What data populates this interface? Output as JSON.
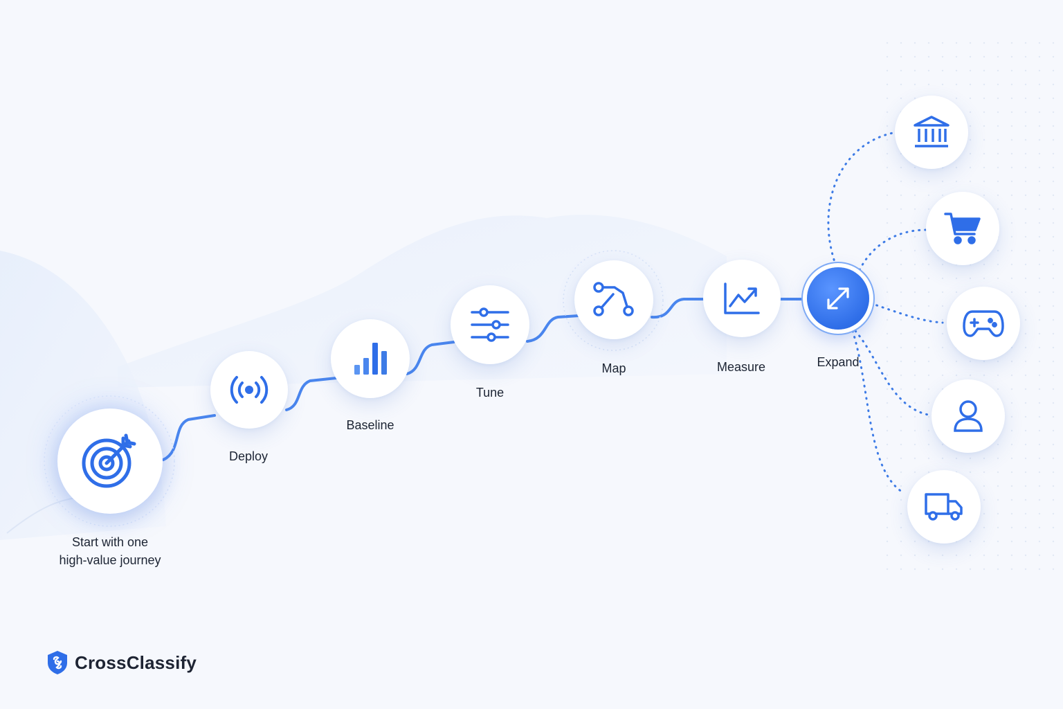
{
  "steps": [
    {
      "label": "Start with one",
      "label2": "high-value journey",
      "icon": "target-icon"
    },
    {
      "label": "Deploy",
      "icon": "broadcast-icon"
    },
    {
      "label": "Baseline",
      "icon": "bar-chart-icon"
    },
    {
      "label": "Tune",
      "icon": "sliders-icon"
    },
    {
      "label": "Map",
      "icon": "route-icon"
    },
    {
      "label": "Measure",
      "icon": "trend-chart-icon"
    },
    {
      "label": "Expand",
      "icon": "expand-arrows-icon"
    }
  ],
  "branches": [
    {
      "icon": "bank-icon"
    },
    {
      "icon": "shopping-cart-icon"
    },
    {
      "icon": "gamepad-icon"
    },
    {
      "icon": "user-icon"
    },
    {
      "icon": "delivery-truck-icon"
    }
  ],
  "brand": {
    "name": "CrossClassify",
    "icon": "shield-logo-icon"
  },
  "colors": {
    "accent": "#2f6ee8",
    "line": "#4a86ee",
    "background": "#f6f8fd",
    "text": "#1c2433"
  }
}
